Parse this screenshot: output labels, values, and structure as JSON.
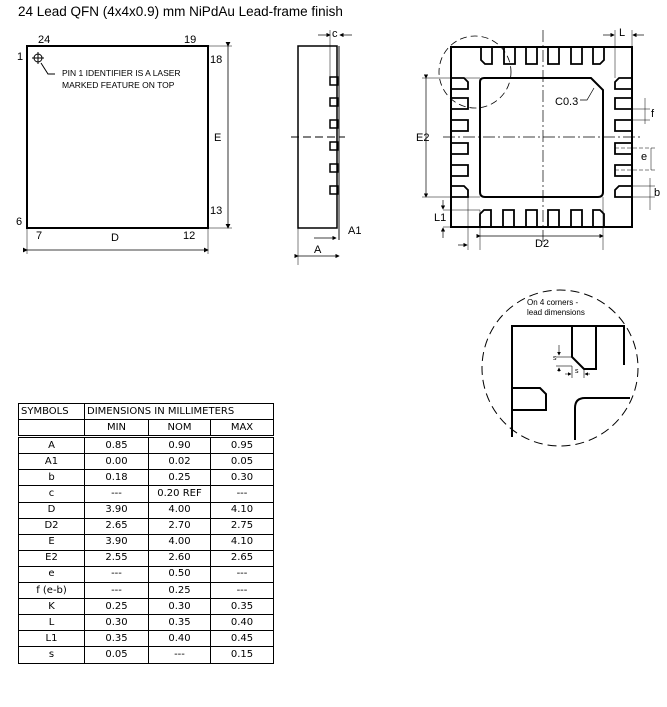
{
  "title": "24 Lead QFN (4x4x0.9) mm NiPdAu Lead-frame finish",
  "top_view": {
    "pin_24": "24",
    "pin_19": "19",
    "pin_1": "1",
    "pin_18": "18",
    "pin_13": "13",
    "pin_6": "6",
    "pin_7": "7",
    "pin_12": "12",
    "dim_e": "E",
    "dim_d": "D",
    "note_line1": "PIN 1 IDENTIFIER IS A LASER",
    "note_line2": "MARKED FEATURE ON TOP"
  },
  "side_view": {
    "dim_c": "c",
    "dim_a1": "A1",
    "dim_a": "A"
  },
  "bottom_view": {
    "dim_l": "L",
    "chamfer": "C0.3",
    "dim_f": "f",
    "dim_e": "e",
    "dim_b": "b",
    "dim_e2": "E2",
    "dim_l1": "L1",
    "dim_d2": "D2"
  },
  "detail": {
    "line1": "On 4 corners -",
    "line2": "lead dimensions",
    "dim_s": "s"
  },
  "table": {
    "header_symbols": "SYMBOLS",
    "header_dims": "DIMENSIONS IN MILLIMETERS",
    "columns": [
      "MIN",
      "NOM",
      "MAX"
    ],
    "rows": [
      [
        "A",
        "0.85",
        "0.90",
        "0.95"
      ],
      [
        "A1",
        "0.00",
        "0.02",
        "0.05"
      ],
      [
        "b",
        "0.18",
        "0.25",
        "0.30"
      ],
      [
        "c",
        "---",
        "0.20 REF",
        "---"
      ],
      [
        "D",
        "3.90",
        "4.00",
        "4.10"
      ],
      [
        "D2",
        "2.65",
        "2.70",
        "2.75"
      ],
      [
        "E",
        "3.90",
        "4.00",
        "4.10"
      ],
      [
        "E2",
        "2.55",
        "2.60",
        "2.65"
      ],
      [
        "e",
        "---",
        "0.50",
        "---"
      ],
      [
        "f (e-b)",
        "---",
        "0.25",
        "---"
      ],
      [
        "K",
        "0.25",
        "0.30",
        "0.35"
      ],
      [
        "L",
        "0.30",
        "0.35",
        "0.40"
      ],
      [
        "L1",
        "0.35",
        "0.40",
        "0.45"
      ],
      [
        "s",
        "0.05",
        "---",
        "0.15"
      ]
    ]
  }
}
